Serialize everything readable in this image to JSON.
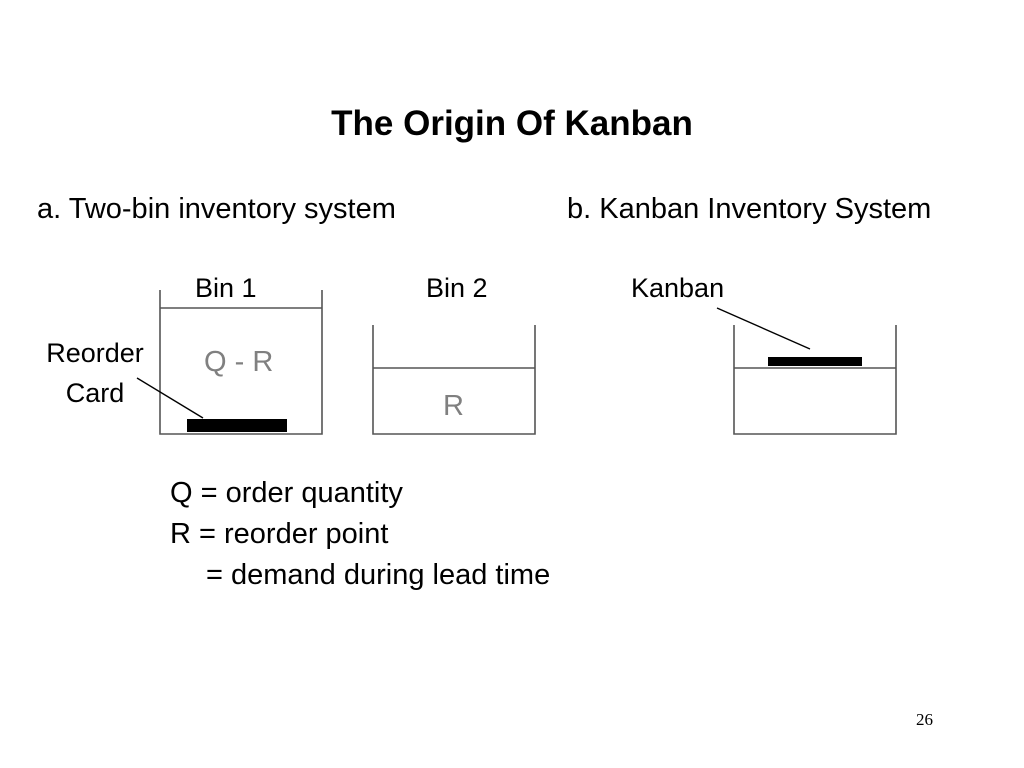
{
  "slide": {
    "title": "The Origin Of Kanban",
    "page_number": "26"
  },
  "section_a": {
    "heading": "a. Two-bin inventory system",
    "bin1_label": "Bin 1",
    "bin2_label": "Bin 2",
    "reorder_card_label": "Reorder Card",
    "bin1_contents": "Q - R",
    "bin2_contents": "R"
  },
  "section_b": {
    "heading": "b. Kanban Inventory System",
    "kanban_label": "Kanban"
  },
  "legend": {
    "q_definition": "Q = order quantity",
    "r_definition": "R = reorder point",
    "r_definition_cont": "= demand during lead time"
  }
}
